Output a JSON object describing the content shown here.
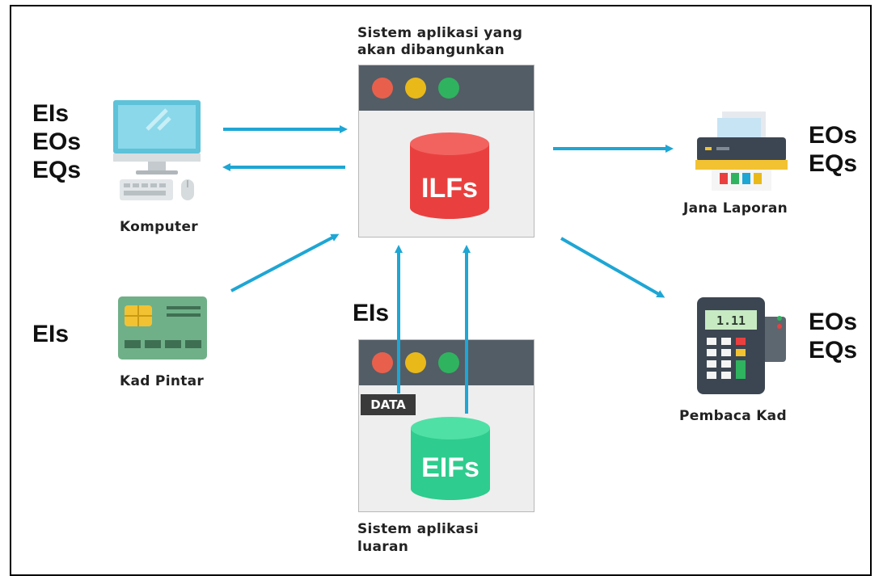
{
  "main_system": {
    "label_line1": "Sistem aplikasi yang",
    "label_line2": "akan dibangunkan",
    "db_label": "ILFs",
    "db_color": "#e9403f"
  },
  "external_system": {
    "label_line1": "Sistem aplikasi",
    "label_line2": "luaran",
    "db_label": "EIFs",
    "db_color": "#2ecc8e",
    "data_tag": "DATA"
  },
  "nodes": {
    "computer": {
      "label": "Komputer",
      "types": [
        "EIs",
        "EOs",
        "EQs"
      ]
    },
    "smart_card": {
      "label": "Kad Pintar",
      "types": [
        "EIs"
      ]
    },
    "report": {
      "label": "Jana Laporan",
      "types": [
        "EOs",
        "EQs"
      ]
    },
    "card_reader": {
      "label": "Pembaca Kad",
      "types": [
        "EOs",
        "EQs"
      ],
      "display_text": "1.11"
    },
    "external_input": {
      "types": [
        "EIs"
      ]
    }
  },
  "colors": {
    "arrow": "#1ea6d4",
    "window_bar": "#535d66",
    "window_body": "#eeeeee",
    "dot_red": "#e8604c",
    "dot_yellow": "#e9b91a",
    "dot_green": "#2fb35f"
  }
}
